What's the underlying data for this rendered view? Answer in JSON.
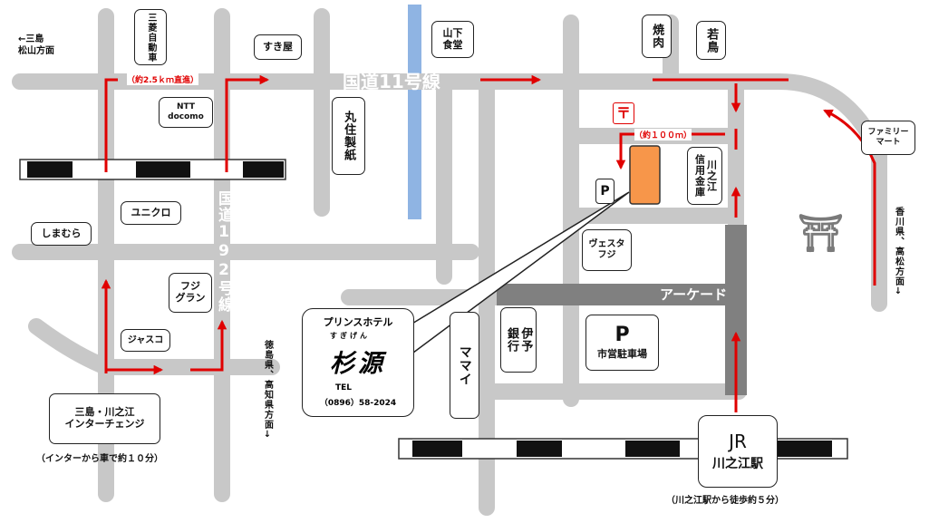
{
  "directions": {
    "mishima": "←三島\n松山方面",
    "tokushima": "徳島県、高知県方面↓",
    "kagawa": "香川県、高松方面↓"
  },
  "roads": {
    "r11": "国道11号線",
    "r192": "国道192号線",
    "arcade": "アーケード"
  },
  "distances": {
    "d25": "（約2.5ｋｍ直進）",
    "d100": "（約１００ｍ）"
  },
  "places": {
    "sankyo": "三菱自動車",
    "sukiya": "すき屋",
    "yamashita": "山下\n食堂",
    "yakiniku": "焼肉",
    "wakadori": "若鳥",
    "ntt": "NTT\ndocomo",
    "maruzumi": "丸住製紙",
    "family": "ファミリー\nマート",
    "shinkin": "川之江\n信用金庫",
    "uniqlo": "ユニクロ",
    "shimamura": "しまむら",
    "fuji_grand": "フジ\nグラン",
    "jasco": "ジャスコ",
    "vesta": "ヴェスタ\nフジ",
    "iyo": "伊予\n銀行",
    "mamai": "ママイ",
    "parking_name": "市営駐車場"
  },
  "icons": {
    "parking": "P",
    "postal": "〒",
    "shrine": "⛩"
  },
  "interchange": {
    "name": "三島・川之江\nインターチェンジ",
    "note": "（インターから車で約１０分）"
  },
  "hotel": {
    "prefix": "プリンスホテル",
    "ruby": "すぎげん",
    "name": "杉源",
    "tel_label": "TEL",
    "tel": "（0896）58-2024"
  },
  "station": {
    "line1": "JR",
    "line2": "川之江駅",
    "note": "（川之江駅から徒歩約５分）"
  },
  "colors": {
    "road": "#c8c8c8",
    "arcade": "#808080",
    "river": "#8fb4e3",
    "hotel": "#f7964a",
    "route": "#e00000"
  }
}
